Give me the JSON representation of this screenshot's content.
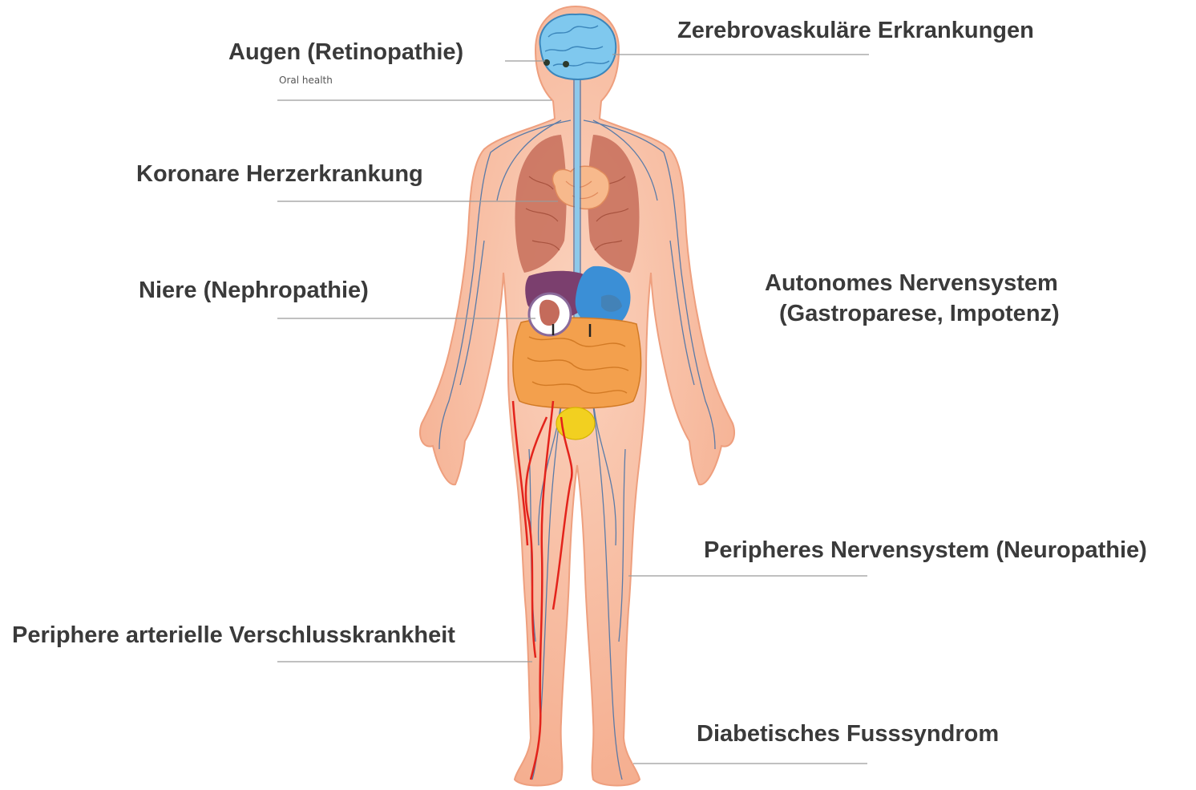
{
  "labels": {
    "eyes": "Augen (Retinopathie)",
    "oral": "Oral health",
    "cerebro": "Zerebrovaskuläre Erkrankungen",
    "heart": "Koronare Herzerkrankung",
    "kidney": "Niere (Nephropathie)",
    "autonomic_line1": "Autonomes Nervensystem",
    "autonomic_line2": "(Gastroparese, Impotenz)",
    "peripheral_nerve": "Peripheres Nervensystem (Neuropathie)",
    "arterial": "Periphere arterielle Verschlusskrankheit",
    "foot": "Diabetisches Fusssyndrom"
  },
  "colors": {
    "skin": "#f6b79b",
    "skin_dark": "#ee9f7e",
    "lungs": "#c9725e",
    "brain": "#7fc8ee",
    "nerves": "#3f6fa8",
    "spine": "#8ec9ea",
    "heart": "#f7b98c",
    "liver": "#7b3f6e",
    "stomach": "#3b8fd6",
    "intestine": "#f3a04d",
    "bladder": "#f2d020",
    "artery": "#e3231b",
    "label_text": "#3a3a3a",
    "leader_line": "#9a9a9a"
  }
}
